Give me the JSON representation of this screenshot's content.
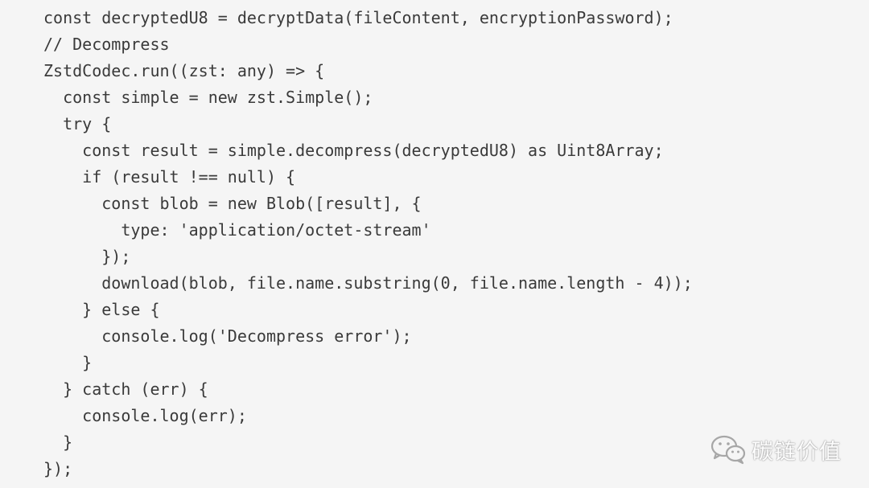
{
  "code": {
    "lines": [
      "const decryptedU8 = decryptData(fileContent, encryptionPassword);",
      "// Decompress",
      "ZstdCodec.run((zst: any) => {",
      "  const simple = new zst.Simple();",
      "  try {",
      "    const result = simple.decompress(decryptedU8) as Uint8Array;",
      "    if (result !== null) {",
      "      const blob = new Blob([result], {",
      "        type: 'application/octet-stream'",
      "      });",
      "      download(blob, file.name.substring(0, file.name.length - 4));",
      "    } else {",
      "      console.log('Decompress error');",
      "    }",
      "  } catch (err) {",
      "    console.log(err);",
      "  }",
      "});"
    ]
  },
  "watermark": {
    "icon": "wechat-icon",
    "text": "碳链价值"
  },
  "colors": {
    "background": "#f5f5f5",
    "code_text": "#3a3a3a",
    "watermark_text": "#ffffff"
  }
}
